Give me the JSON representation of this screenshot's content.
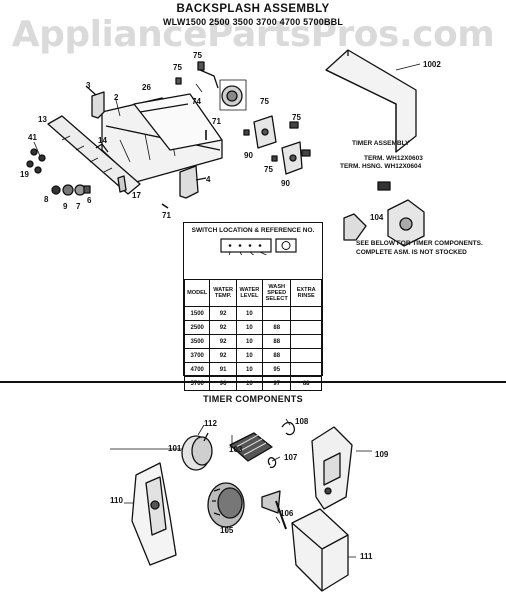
{
  "watermark": "AppliancePartsPros.com",
  "title": "BACKSPLASH ASSEMBLY",
  "subtitle": "WLW1500 2500 3500 3700 4700 5700BBL",
  "callouts": {
    "c3": "3",
    "c2": "2",
    "c26": "26",
    "c75a": "75",
    "c75b": "75",
    "c74": "74",
    "c1002": "1002",
    "c13": "13",
    "c41": "41",
    "c14": "14",
    "c19": "19",
    "c71a": "71",
    "c71b": "71",
    "c75c": "75",
    "c75d": "75",
    "c75e": "75",
    "c90a": "90",
    "c90b": "90",
    "c4": "4",
    "c17": "17",
    "c8": "8",
    "c9": "9",
    "c7": "7",
    "c6": "6",
    "c104": "104"
  },
  "timer_notes": {
    "heading": "TIMER ASSEMBLY",
    "term1": "TERM. WH12X0603",
    "term2": "TERM. HSNG. WH12X0604",
    "see_below": "SEE BELOW FOR TIMER COMPONENTS.",
    "not_stocked": "COMPLETE ASM. IS NOT STOCKED"
  },
  "switch_table": {
    "title": "SWITCH LOCATION & REFERENCE NO.",
    "headers": [
      "MODEL",
      "WATER TEMP.",
      "WATER LEVEL",
      "WASH SPEED SELECT",
      "EXTRA RINSE"
    ],
    "rows": [
      [
        "1500",
        "92",
        "10",
        "",
        ""
      ],
      [
        "2500",
        "92",
        "10",
        "88",
        ""
      ],
      [
        "3500",
        "92",
        "10",
        "88",
        ""
      ],
      [
        "3700",
        "92",
        "10",
        "88",
        ""
      ],
      [
        "4700",
        "91",
        "10",
        "95",
        ""
      ],
      [
        "5700",
        "96",
        "10",
        "97",
        "88"
      ]
    ]
  },
  "components_title": "TIMER COMPONENTS",
  "component_callouts": {
    "c112": "112",
    "c101": "101",
    "c103": "103",
    "c108": "108",
    "c107": "107",
    "c109": "109",
    "c110": "110",
    "c105": "105",
    "c106": "106",
    "c111": "111"
  }
}
